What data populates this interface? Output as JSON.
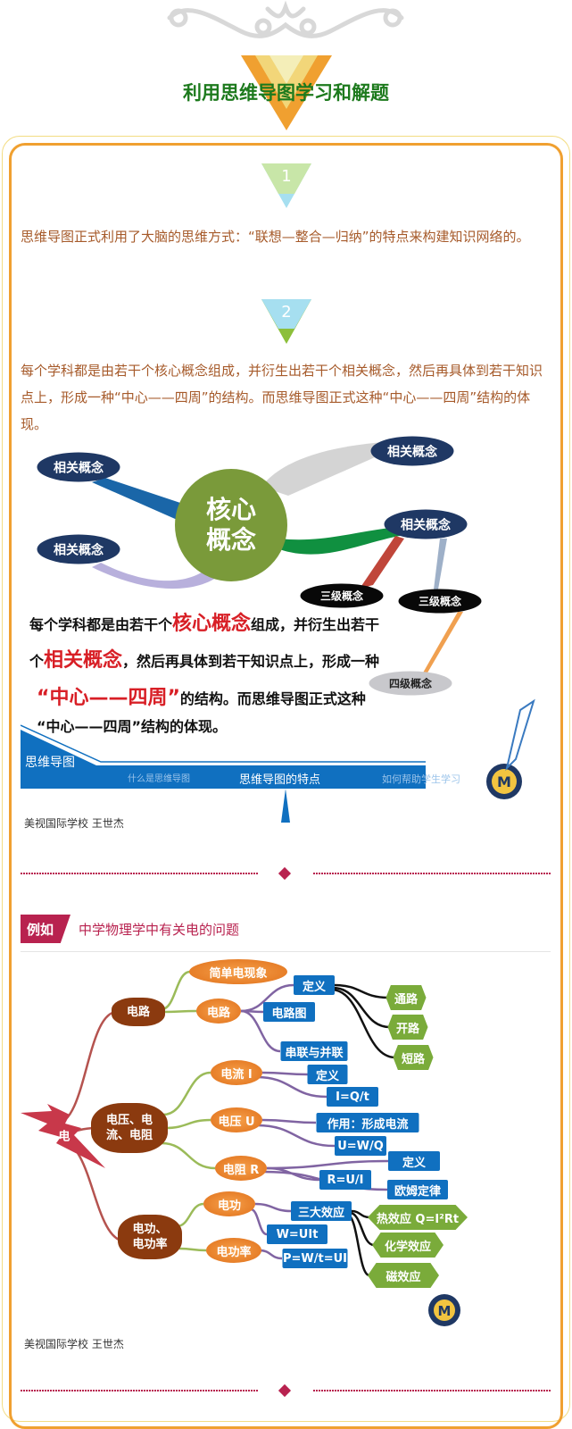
{
  "header": {
    "title": "利用思维导图学习和解题"
  },
  "section1": {
    "number": "1",
    "text": "思维导图正式利用了大脑的思维方式：“联想—整合—归纳”的特点来构建知识网络的。"
  },
  "section2": {
    "number": "2",
    "text": "每个学科都是由若干个核心概念组成，并衍生出若干个相关概念，然后再具体到若干知识点上，形成一种“中心——四周”的结构。而思维导图正式这种“中心——四周”结构的体现。"
  },
  "mindmap1": {
    "center": [
      "核心",
      "概念"
    ],
    "related": [
      "相关概念",
      "相关概念",
      "相关概念",
      "相关概念"
    ],
    "level3": [
      "三级概念",
      "三级概念"
    ],
    "level4": "四级概念",
    "lines": {
      "l1a": "每个学科都是由若干个",
      "l1b": "核心概念",
      "l1c": "组成，并衍生出若干",
      "l2a": "个",
      "l2b": "相关概念",
      "l2c": "，然后再具体到若干知识点上，形成一种",
      "l3a": "“中心——四周”",
      "l3b": "的结构。而思维导图正式这种",
      "l4": "“中心——四周”结构的体现。"
    },
    "banner": {
      "label": "思维导图",
      "tabs": [
        "什么是思维导图",
        "思维导图的特点",
        "如何帮助学生学习"
      ]
    },
    "caption": "美视国际学校 王世杰"
  },
  "example": {
    "badge": "例如",
    "title": "中学物理学中有关电的问题"
  },
  "mindmap2": {
    "root": "电",
    "clouds": [
      "电路",
      "电压、电流、电阻",
      "电功、电功率"
    ],
    "orange": [
      "简单电现象",
      "电路",
      "电流 I",
      "电压 U",
      "电阻 R",
      "电功",
      "电功率"
    ],
    "blue": [
      "定义",
      "电路图",
      "串联与并联",
      "定义",
      "I=Q/t",
      "作用：形成电流",
      "U=W/Q",
      "定义",
      "R=U/I",
      "欧姆定律",
      "三大效应",
      "W=UIt",
      "P=W/t=UI"
    ],
    "green": [
      "通路",
      "开路",
      "短路",
      "热效应 Q=I²Rt",
      "化学效应",
      "磁效应"
    ],
    "caption": "美视国际学校 王世杰"
  },
  "colors": {
    "accent": "#f0a030",
    "title": "#1d7a1d",
    "text": "#a65a2a",
    "crimson": "#b8224f",
    "blue": "#1070c0"
  }
}
